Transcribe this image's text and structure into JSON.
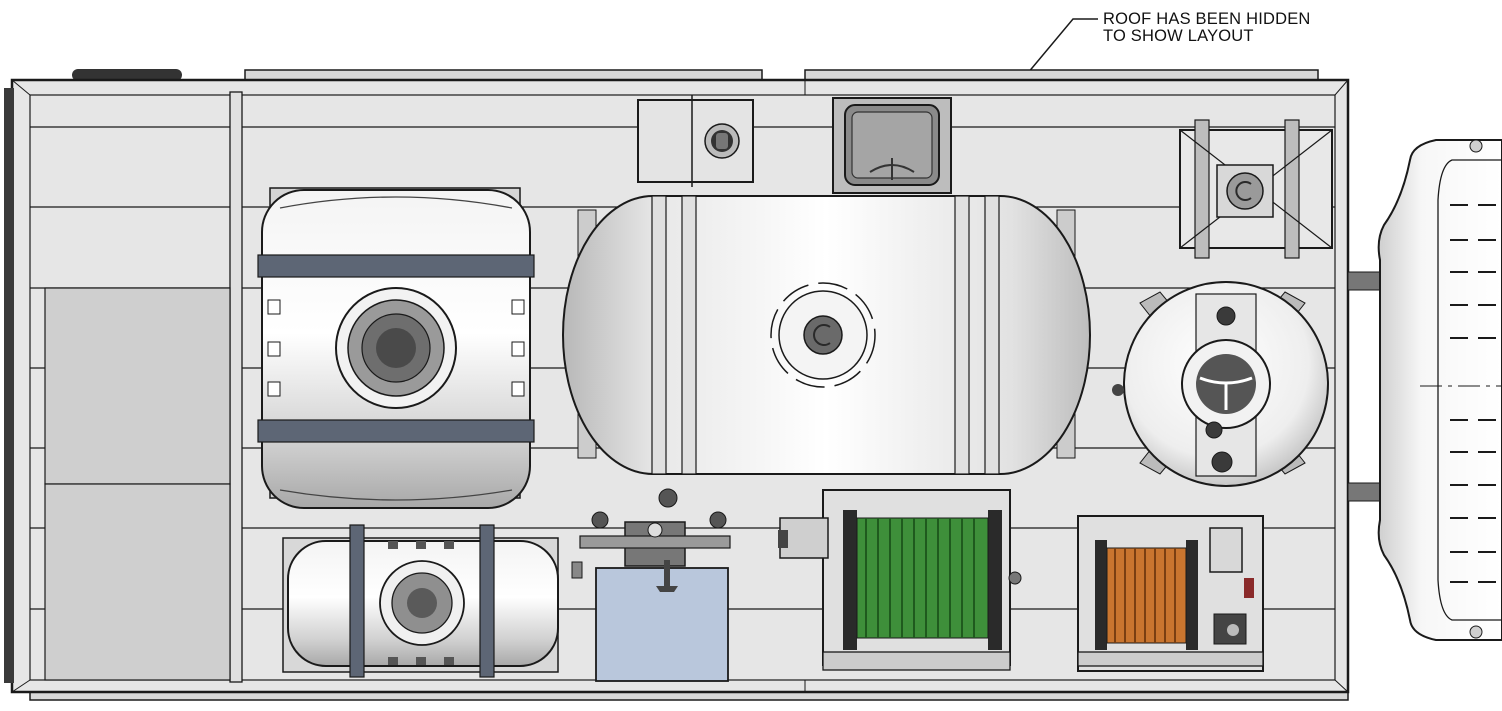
{
  "annotation": {
    "line1": "ROOF HAS BEEN HIDDEN",
    "line2": "TO SHOW LAYOUT"
  },
  "colors": {
    "outline": "#1a1a1a",
    "floor": "#e6e6e6",
    "panel": "#cfcfcf",
    "strap": "#5d6675",
    "hose_green": "#3e8f3a",
    "hose_orange": "#c9752f",
    "tank_gray": "#d0d0d0",
    "box_blue": "#b9c7dc",
    "port_dark": "#555555"
  },
  "components": {
    "round_tank": "round-poly-tank",
    "large_tank": "horizontal-cylinder-tank",
    "small_tank": "small-poly-tank",
    "vertical_tank": "vertical-round-tank",
    "green_reel": "green-hose-reel",
    "orange_reel": "orange-hose-reel",
    "pump": "pump-manifold",
    "hatch": "floor-hatch",
    "access_panel": "access-panel",
    "cab": "truck-cab"
  }
}
